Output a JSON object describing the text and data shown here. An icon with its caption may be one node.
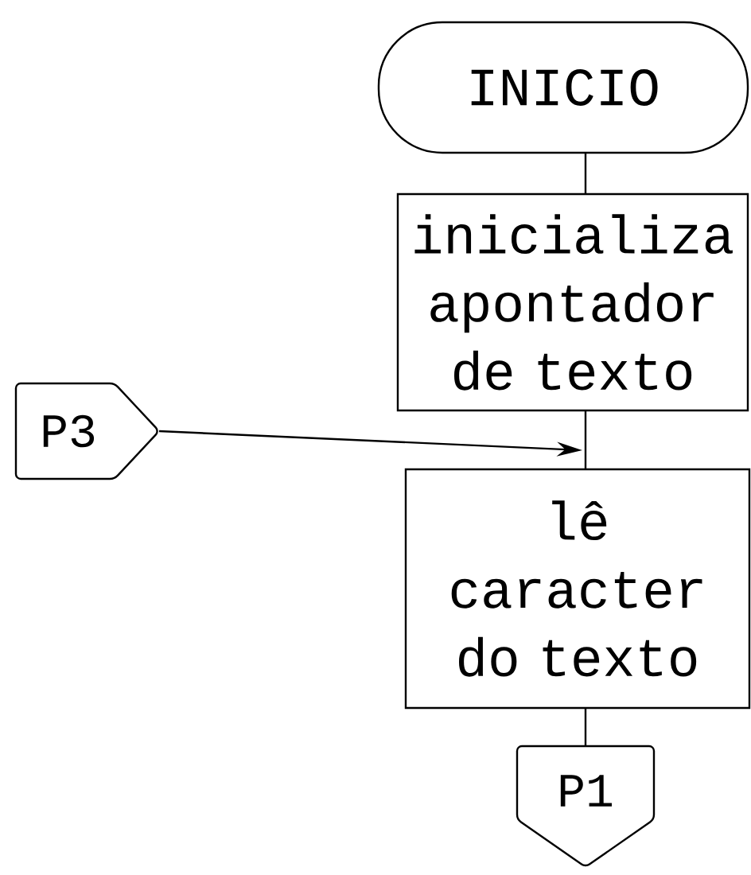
{
  "diagram": {
    "nodes": [
      {
        "text": [
          "INICIO"
        ]
      },
      {
        "text": [
          "inicializa apontador de texto"
        ]
      },
      {
        "text": [
          "P3"
        ]
      },
      {
        "text": [
          "lê caracter do texto"
        ]
      },
      {
        "text": [
          "P1"
        ]
      }
    ],
    "edges": [
      {
        "from": 0,
        "to": 1,
        "arrow": "none"
      },
      {
        "from": 1,
        "to": 3,
        "arrow": "none"
      },
      {
        "from": 2,
        "to": 3,
        "arrow": "to"
      },
      {
        "from": 3,
        "to": 4,
        "arrow": "none"
      }
    ]
  }
}
